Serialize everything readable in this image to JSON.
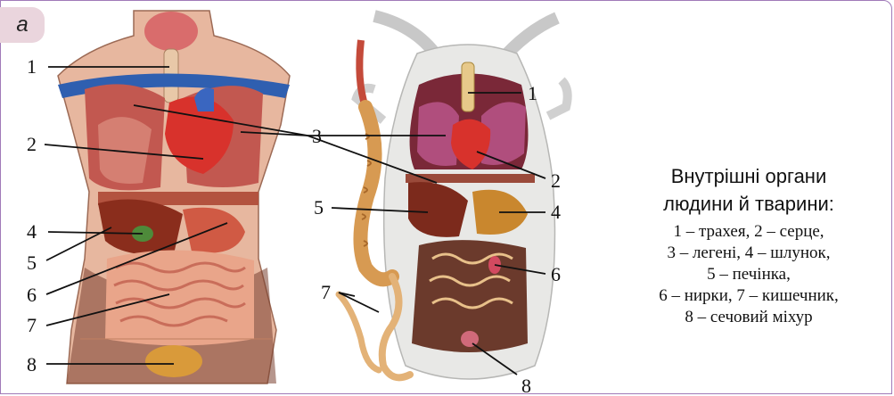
{
  "panel_tag": "а",
  "human_numbers": [
    "1",
    "2",
    "4",
    "5",
    "6",
    "7",
    "8"
  ],
  "shared_number": "3",
  "animal_numbers": [
    "1",
    "2",
    "5",
    "4",
    "6",
    "7",
    "8"
  ],
  "legend": {
    "title_line1": "Внутрішні органи",
    "title_line2": "людини  й  тварини:",
    "lines": [
      "1 – трахея, 2 – серце,",
      "3 – легені, 4 – шлунок,",
      "5 – печінка,",
      "6 – нирки, 7 – кишечник,",
      "8 – сечовий міхур"
    ]
  },
  "colors": {
    "frame": "#a07ab8",
    "tag_bg": "#ead5dd",
    "heart": "#d8322c",
    "liver": "#8a2d1c",
    "lungs": "#c25850",
    "intestine": "#d79a52",
    "animal_lungs": "#b04e7d",
    "vessels_blue": "#2f5fb0"
  }
}
